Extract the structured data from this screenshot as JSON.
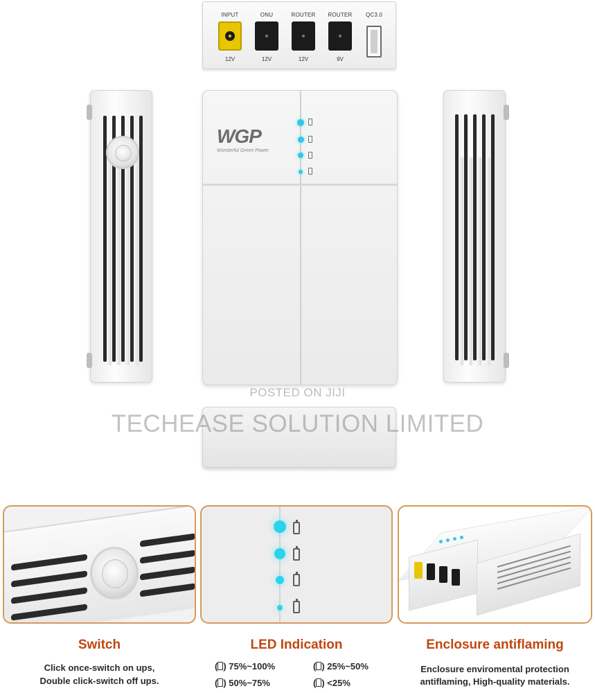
{
  "top_ports": [
    {
      "label": "INPUT",
      "voltage": "12V",
      "type": "dc-yellow"
    },
    {
      "label": "ONU",
      "voltage": "12V",
      "type": "dc"
    },
    {
      "label": "ROUTER",
      "voltage": "12V",
      "type": "dc"
    },
    {
      "label": "ROUTER",
      "voltage": "9V",
      "type": "dc"
    },
    {
      "label": "QC3.0",
      "voltage": "",
      "type": "usb"
    }
  ],
  "logo": {
    "mark": "WGP",
    "tagline": "Wonderful Green Power"
  },
  "watermark": {
    "small": "POSTED ON JIJI",
    "large": "TECHEASE SOLUTION LIMITED"
  },
  "features": {
    "switch": {
      "title": "Switch",
      "line1": "Click once-switch on ups,",
      "line2": "Double click-switch off ups."
    },
    "led": {
      "title": "LED Indication",
      "levels": [
        "75%~100%",
        "25%~50%",
        "50%~75%",
        "<25%"
      ]
    },
    "enclosure": {
      "title": "Enclosure antiflaming",
      "line1": "Enclosure enviromental protection",
      "line2": "antiflaming, High-quality materials."
    }
  },
  "colors": {
    "accent_title": "#c0470f",
    "panel_border": "#d69a55",
    "led_cyan": "#31c8e8",
    "input_jack": "#e8c600"
  }
}
